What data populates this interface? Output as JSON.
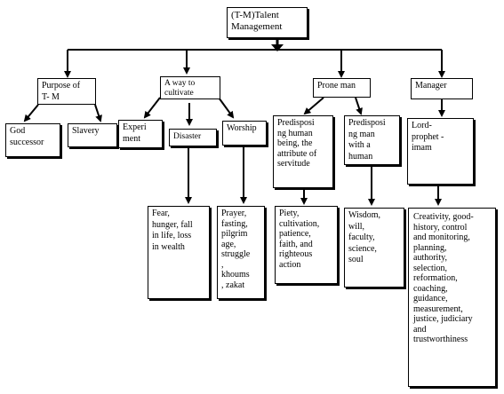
{
  "root": "(T-M)Talent\nManagement",
  "categories": {
    "purpose": "Purpose of\nT- M",
    "cultivate": "A way to\ncultivate",
    "prone": "Prone man",
    "manager": "Manager"
  },
  "purpose_children": {
    "god": "God\nsuccessor",
    "slavery": "Slavery"
  },
  "cultivate_children": {
    "experiment": "Experi\nment",
    "disaster": "Disaster",
    "worship": "Worship"
  },
  "prone_children": {
    "predisposing_human": "Predisposi\nng human\nbeing, the\nattribute of\nservitude",
    "predisposing_man": "Predisposi\nng man\nwith a\nhuman"
  },
  "manager_child": "Lord-\nprophet -\nimam",
  "outcomes": {
    "disaster": "Fear,\nhunger, fall\nin life, loss\nin wealth",
    "worship": "Prayer,\nfasting,\npilgrim\nage,\nstruggle\n,\nkhoums\n, zakat",
    "piety": "Piety,\ncultivation,\npatience,\nfaith, and\nrighteous\naction",
    "wisdom": "Wisdom,\nwill,\nfaculty,\nscience,\nsoul",
    "creativity": "Creativity, good-\nhistory, control\nand monitoring,\nplanning,\nauthority,\nselection,\nreformation,\ncoaching,\nguidance,\nmeasurement,\njustice, judiciary\nand\ntrustworthiness"
  }
}
